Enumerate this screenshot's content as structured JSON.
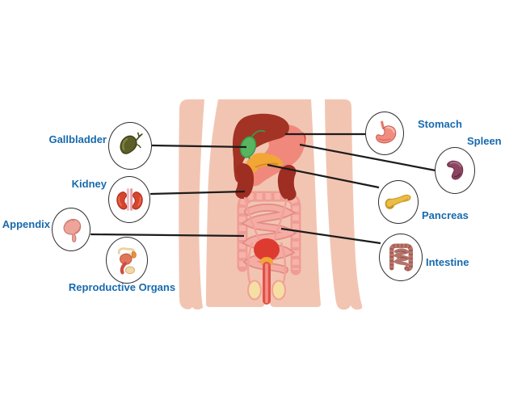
{
  "diagram": {
    "callouts": [
      {
        "id": "gallbladder",
        "label": "Gallbladder",
        "icon": "gallbladder-icon",
        "label_position": "left-of-circle"
      },
      {
        "id": "kidney",
        "label": "Kidney",
        "icon": "kidney-icon",
        "label_position": "left-of-circle"
      },
      {
        "id": "appendix",
        "label": "Appendix",
        "icon": "appendix-icon",
        "label_position": "left-of-circle"
      },
      {
        "id": "reproductive-organs",
        "label": "Reproductive Organs",
        "icon": "reproductive-organs-icon",
        "label_position": "below-circle"
      },
      {
        "id": "stomach",
        "label": "Stomach",
        "icon": "stomach-icon",
        "label_position": "right-of-circle"
      },
      {
        "id": "spleen",
        "label": "Spleen",
        "icon": "spleen-icon",
        "label_position": "above-right-of-circle"
      },
      {
        "id": "pancreas",
        "label": "Pancreas",
        "icon": "pancreas-icon",
        "label_position": "right-of-circle"
      },
      {
        "id": "intestine",
        "label": "Intestine",
        "icon": "intestine-icon",
        "label_position": "right-of-circle"
      }
    ],
    "colors": {
      "label_text": "#176aae",
      "skin": "#f2c5b2",
      "connector_line": "#1c1c1c",
      "liver_red": "#a23325",
      "stomach_salmon": "#f0897c",
      "spleen_accent_red": "#e14538",
      "gallbladder_green": "#58b55f",
      "pancreas_orange": "#f2a636",
      "intestine_pink": "#ef9d94",
      "bladder_red": "#dd3b30",
      "testes_cream": "#f6dfa2",
      "spleen_icon_purple": "#8c4560"
    }
  }
}
